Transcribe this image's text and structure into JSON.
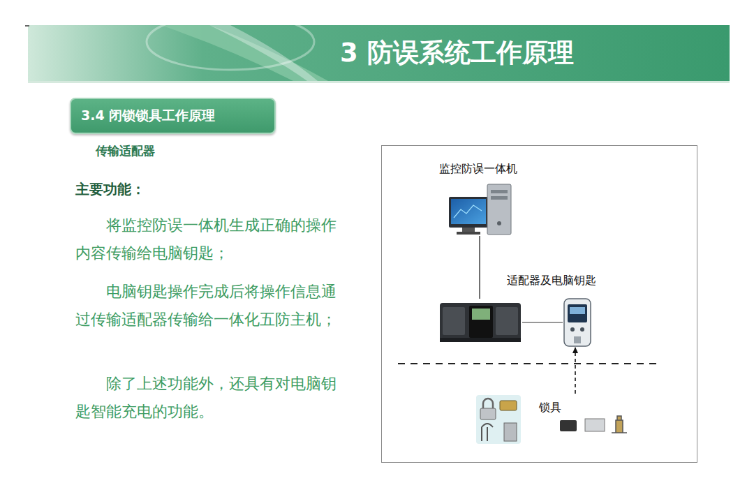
{
  "diagram": {
    "title": "3 防误系统工作原理",
    "nodes": [
      {
        "text": [
          "3.4 闭锁锁具工作原理"
        ]
      },
      {
        "text": [
          "监控防误一体机"
        ]
      },
      {
        "text": [
          "适配器及电脑钥匙"
        ]
      },
      {
        "text": [
          "锁具"
        ]
      }
    ],
    "edges": [
      {
        "from": 1,
        "to": 2,
        "arrow": "none"
      },
      {
        "from": 3,
        "to": 2,
        "arrow": "to"
      }
    ],
    "labels": [
      "传输适配器",
      "主要功能：",
      "将监控防误一体机生成正确的操作内容传输给电脑钥匙；",
      "电脑钥匙操作完成后将操作信息通过传输适配器传输给一体化五防主机；",
      "除了上述功能外，还具有对电脑钥匙智能充电的功能。"
    ]
  }
}
